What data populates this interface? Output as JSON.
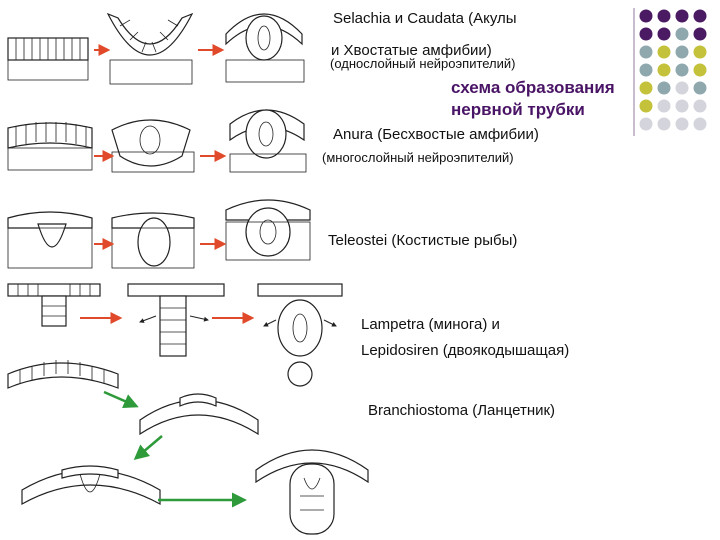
{
  "labels": {
    "selachia_line1": "Selachia и Caudata (Акулы",
    "selachia_line2": "и Хвостатые амфибии)",
    "selachia_note": "(однослойный нейроэпителий)",
    "title_line1": "схема образования",
    "title_line2": "нервной трубки",
    "anura": "Anura (Бесхвостые амфибии)",
    "anura_note": "(многослойный нейроэпителий)",
    "teleostei": "Teleostei (Костистые рыбы)",
    "lampetra_line1": "Lampetra (минога) и",
    "lampetra_line2": "Lepidosiren (двоякодышащая)",
    "branchiostoma": "Branchiostoma (Ланцетник)"
  },
  "colors": {
    "purple": "#4a1a63",
    "teal": "#8fa8ad",
    "olive": "#c4c23a",
    "light_gray": "#d4d4dc",
    "arrow_red": "#e04a2a",
    "arrow_green": "#2e9a3a",
    "title_text": "#4a1466",
    "ink": "#222222"
  },
  "dot_grid": [
    [
      "purple",
      "purple",
      "purple",
      "purple"
    ],
    [
      "purple",
      "purple",
      "teal",
      "purple"
    ],
    [
      "teal",
      "olive",
      "teal",
      "olive"
    ],
    [
      "teal",
      "olive",
      "teal",
      "olive"
    ],
    [
      "olive",
      "teal",
      "light_gray",
      "teal"
    ],
    [
      "olive",
      "light_gray",
      "light_gray",
      "light_gray"
    ],
    [
      "light_gray",
      "light_gray",
      "light_gray",
      "light_gray"
    ]
  ]
}
